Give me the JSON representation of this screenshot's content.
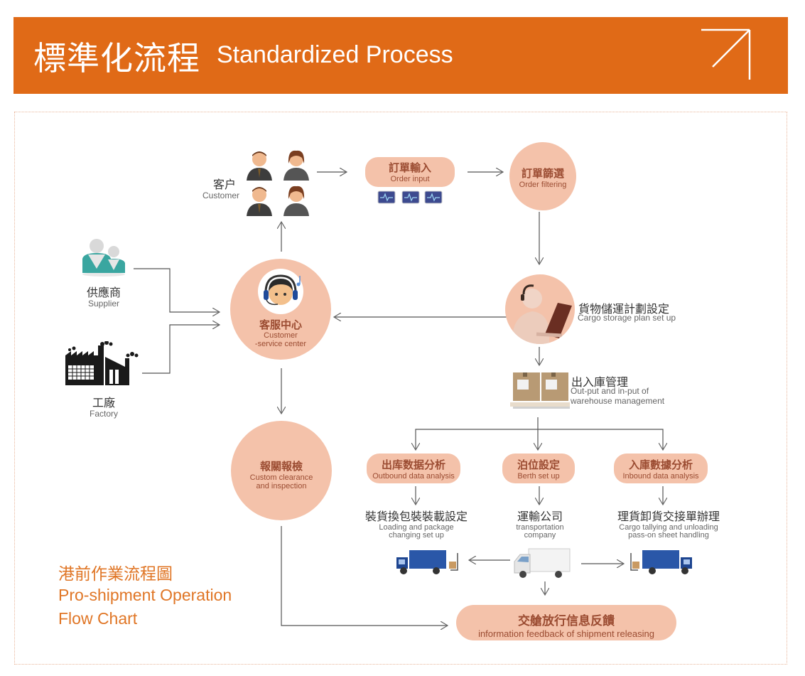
{
  "header": {
    "title_cn": "標準化流程",
    "title_en": "Standardized Process",
    "arrow_icon": "arrow-up-right-icon",
    "color": "#e06a17"
  },
  "nodes": {
    "customer": {
      "cn": "客户",
      "en": "Customer"
    },
    "order_input": {
      "cn": "訂單輸入",
      "en": "Order input"
    },
    "order_filtering": {
      "cn": "訂單篩選",
      "en": "Order filtering"
    },
    "supplier": {
      "cn": "供應商",
      "en": "Supplier"
    },
    "factory": {
      "cn": "工廠",
      "en": "Factory"
    },
    "service_center": {
      "cn": "客服中心",
      "en_line1": "Customer",
      "en_line2": "-service center"
    },
    "cargo_plan": {
      "cn": "貨物儲運計劃設定",
      "en": "Cargo storage plan set up"
    },
    "warehouse": {
      "cn": "出入庫管理",
      "en_line1": "Out-put and in-put of",
      "en_line2": "warehouse management"
    },
    "customs": {
      "cn": "報關報檢",
      "en_line1": "Custom clearance",
      "en_line2": "and inspection"
    },
    "outbound": {
      "cn": "出库数据分析",
      "en": "Outbound data analysis"
    },
    "berth": {
      "cn": "泊位設定",
      "en": "Berth set up"
    },
    "inbound": {
      "cn": "入庫數據分析",
      "en": "Inbound data analysis"
    },
    "loading": {
      "cn": "裝貨換包裝裝載設定",
      "en_line1": "Loading and package",
      "en_line2": "changing set up"
    },
    "transport": {
      "cn": "運輸公司",
      "en_line1": "transportation",
      "en_line2": "company"
    },
    "tallying": {
      "cn": "理貨卸貨交接單辦理",
      "en_line1": "Cargo tallying and unloading",
      "en_line2": "pass-on sheet handling"
    },
    "feedback": {
      "cn": "交艙放行信息反饋",
      "en": "information feedback of shipment releasing"
    }
  },
  "legend": {
    "cn": "港前作業流程圖",
    "en_line1": "Pro-shipment Operation",
    "en_line2": "Flow Chart",
    "color": "#e07626"
  },
  "colors": {
    "node_fill": "#f4c2aa",
    "node_text": "#9b4c32",
    "connector": "#555555"
  }
}
